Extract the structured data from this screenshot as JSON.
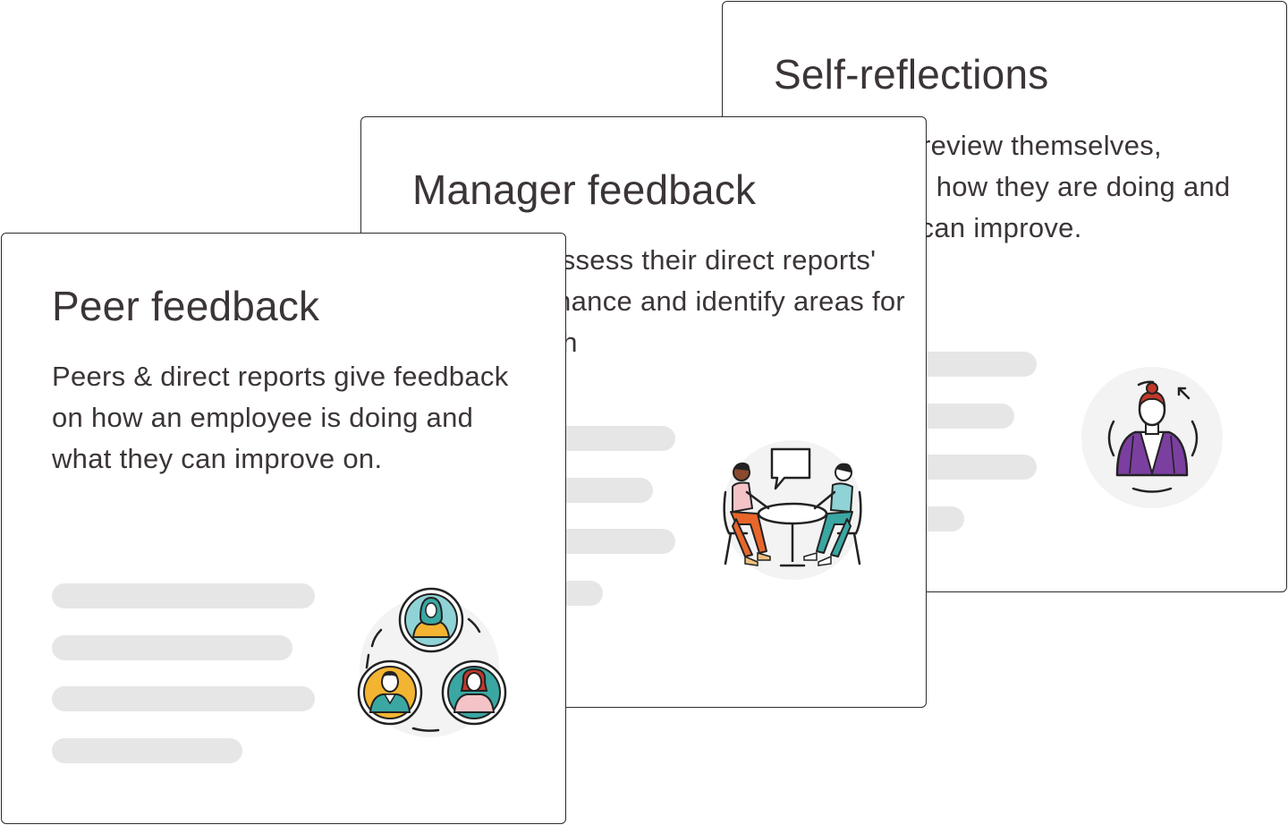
{
  "cards": [
    {
      "id": "self-reflections",
      "title": "Self-reflections",
      "description": "Employees review themselves, reflecting on how they are doing and where they can improve.",
      "illustration": "self-reflection-icon",
      "accent": "#7b3fa0"
    },
    {
      "id": "manager-feedback",
      "title": "Manager feedback",
      "description": "Managers assess their direct reports' past performance and identify areas for future growth",
      "illustration": "meeting-table-icon",
      "accent": "#e8662a"
    },
    {
      "id": "peer-feedback",
      "title": "Peer feedback",
      "description": "Peers & direct reports give feedback on how an employee is doing and what they can improve on.",
      "illustration": "peer-circle-icon",
      "accent": "#f2b431"
    }
  ],
  "colors": {
    "border": "#2f2a2d",
    "text": "#3b3538",
    "placeholder_bar": "#e6e6e6",
    "illustration_bg": "#f3f3f3",
    "teal": "#3aa7a3",
    "yellow": "#f2b431",
    "orange": "#e8662a",
    "purple": "#7b3fa0",
    "pink": "#f4c3c8",
    "red": "#c0392b"
  }
}
